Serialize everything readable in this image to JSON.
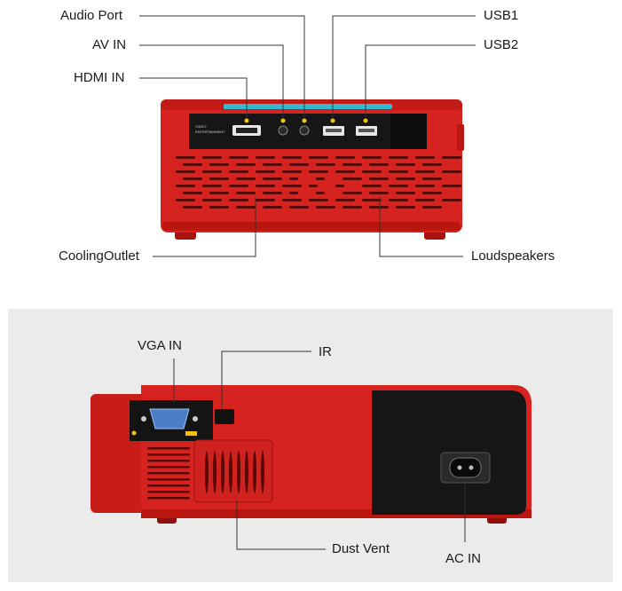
{
  "colors": {
    "body_red": "#d7231f",
    "dark_red": "#a8120f",
    "panel_black": "#161616",
    "port_yellow": "#f2c20f",
    "vga_blue": "#4a7fc7",
    "background_gray": "#ebebeb"
  },
  "top_view": {
    "labels": {
      "audio_port": "Audio Port",
      "av_in": "AV IN",
      "hdmi_in": "HDMI IN",
      "usb1": "USB1",
      "usb2": "USB2",
      "cooling_outlet": "CoolingOutlet",
      "loudspeakers": "Loudspeakers"
    },
    "panel_text": [
      "VIDEO",
      "ENTERTAINMENT"
    ]
  },
  "bottom_view": {
    "labels": {
      "vga_in": "VGA IN",
      "ir": "IR",
      "dust_vent": "Dust Vent",
      "ac_in": "AC IN"
    }
  }
}
